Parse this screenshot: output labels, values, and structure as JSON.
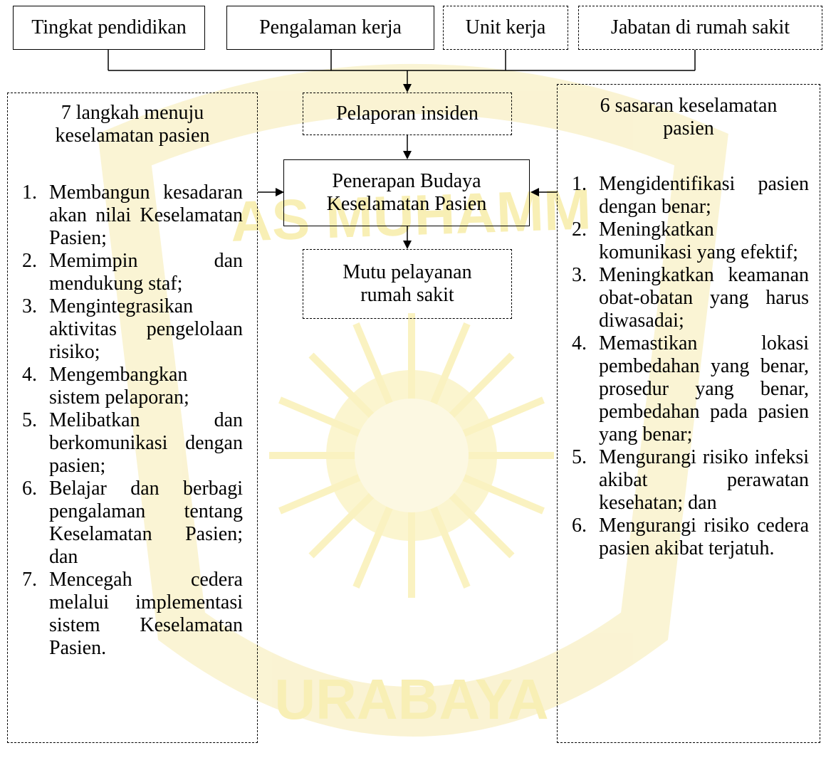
{
  "inputs": {
    "education": "Tingkat pendidikan",
    "experience": "Pengalaman kerja",
    "work_unit": "Unit kerja",
    "position": "Jabatan di rumah sakit"
  },
  "center": {
    "incident_reporting": "Pelaporan insiden",
    "culture_line1": "Penerapan Budaya",
    "culture_line2": "Keselamatan Pasien",
    "quality_line1": "Mutu pelayanan",
    "quality_line2": "rumah sakit"
  },
  "left_panel": {
    "title_line1": "7 langkah menuju",
    "title_line2": "keselamatan pasien",
    "items": [
      {
        "num": "1.",
        "text": "Membangun kesadaran akan nilai Keselamatan Pasien;"
      },
      {
        "num": "2.",
        "text": "Memimpin dan mendukung staf;"
      },
      {
        "num": "3.",
        "text": "Mengintegrasikan aktivitas pengelolaan risiko;"
      },
      {
        "num": "4.",
        "text": "Mengembangkan sistem pelaporan;"
      },
      {
        "num": "5.",
        "text": "Melibatkan dan berkomunikasi dengan pasien;"
      },
      {
        "num": "6.",
        "text": "Belajar dan berbagi pengalaman tentang Keselamatan Pasien; dan"
      },
      {
        "num": "7.",
        "text": "Mencegah cedera melalui implementasi sistem Keselamatan Pasien."
      }
    ]
  },
  "right_panel": {
    "title_line1": "6 sasaran keselamatan",
    "title_line2": "pasien",
    "items": [
      {
        "num": "1.",
        "text": "Mengidentifikasi pasien dengan benar;"
      },
      {
        "num": "2.",
        "text": "Meningkatkan komunikasi yang efektif;"
      },
      {
        "num": "3.",
        "text": "Meningkatkan keamanan obat-obatan yang harus diwasadai;"
      },
      {
        "num": "4.",
        "text": "Memastikan lokasi pembedahan yang benar, prosedur yang benar, pembedahan pada pasien yang benar;"
      },
      {
        "num": "5.",
        "text": "Mengurangi risiko infeksi akibat perawatan kesehatan; dan"
      },
      {
        "num": "6.",
        "text": "Mengurangi risiko cedera pasien akibat terjatuh."
      }
    ]
  },
  "watermark": {
    "arc_text": "AS MUHAMM",
    "bottom_text": "URABAYA",
    "color": "#f3e27a"
  }
}
